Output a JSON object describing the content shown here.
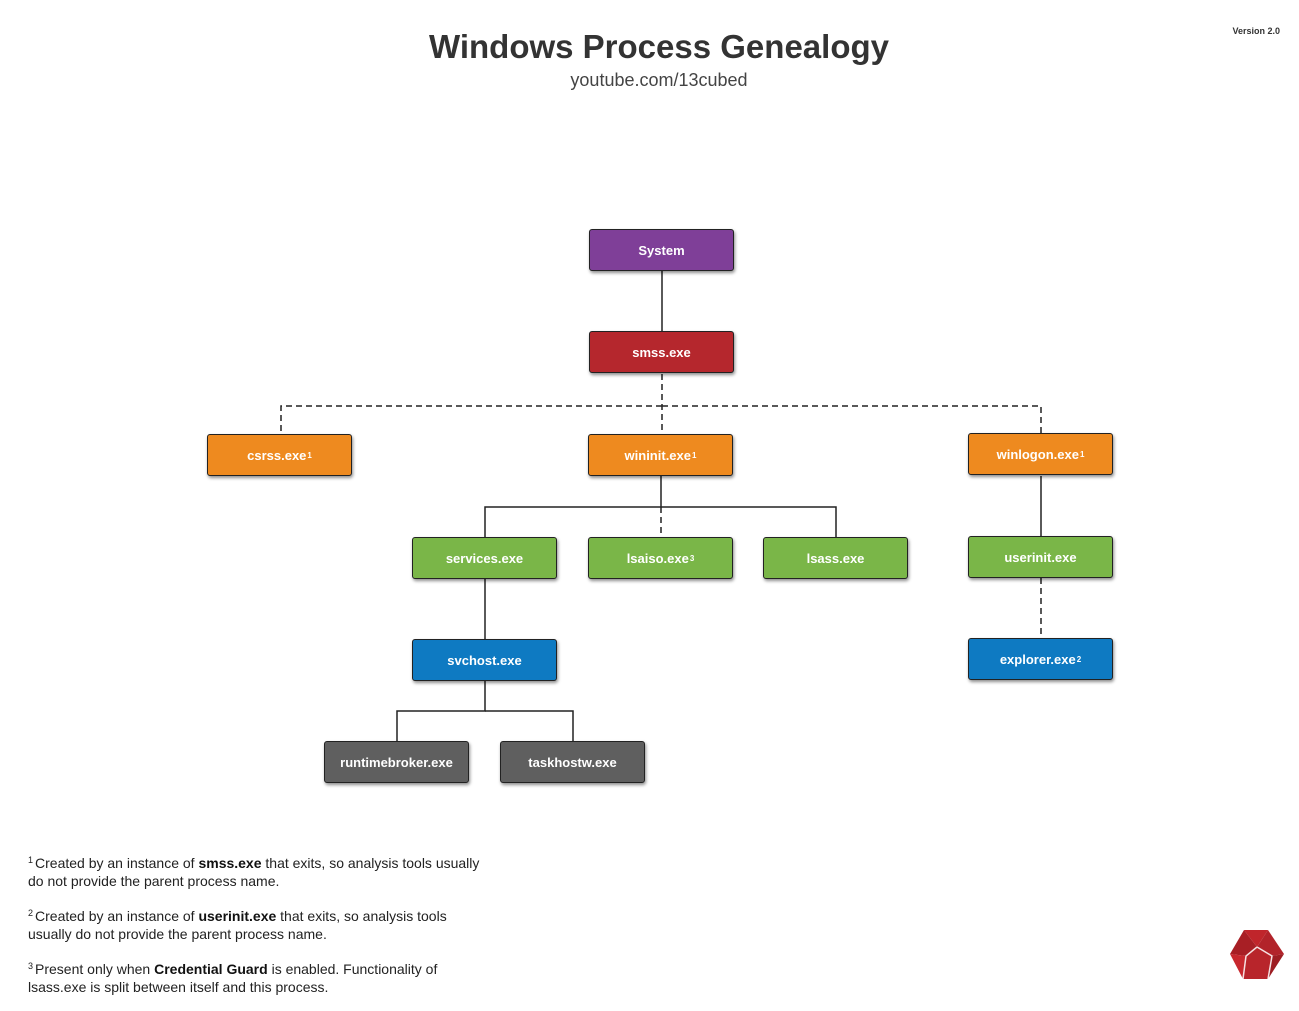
{
  "header": {
    "title": "Windows Process Genealogy",
    "subtitle": "youtube.com/13cubed",
    "version": "Version 2.0"
  },
  "colors": {
    "system": "#7f3f98",
    "smss": "#b5272d",
    "session": "#ee8a1f",
    "child": "#7ab648",
    "service_host": "#0e7ac2",
    "grandchild": "#5f5f5f",
    "connector": "#222222"
  },
  "nodes": {
    "system": {
      "label": "System",
      "sup": ""
    },
    "smss": {
      "label": "smss.exe",
      "sup": ""
    },
    "csrss": {
      "label": "csrss.exe",
      "sup": "1"
    },
    "wininit": {
      "label": "wininit.exe",
      "sup": "1"
    },
    "winlogon": {
      "label": "winlogon.exe",
      "sup": "1"
    },
    "services": {
      "label": "services.exe",
      "sup": ""
    },
    "lsaiso": {
      "label": "lsaiso.exe",
      "sup": "3"
    },
    "lsass": {
      "label": "lsass.exe",
      "sup": ""
    },
    "userinit": {
      "label": "userinit.exe",
      "sup": ""
    },
    "svchost": {
      "label": "svchost.exe",
      "sup": ""
    },
    "explorer": {
      "label": "explorer.exe",
      "sup": "2"
    },
    "runtimebroker": {
      "label": "runtimebroker.exe",
      "sup": ""
    },
    "taskhostw": {
      "label": "taskhostw.exe",
      "sup": ""
    }
  },
  "edges": [
    {
      "from": "system",
      "to": "smss",
      "style": "solid"
    },
    {
      "from": "smss",
      "to": "csrss",
      "style": "dashed"
    },
    {
      "from": "smss",
      "to": "wininit",
      "style": "dashed"
    },
    {
      "from": "smss",
      "to": "winlogon",
      "style": "dashed"
    },
    {
      "from": "wininit",
      "to": "services",
      "style": "solid"
    },
    {
      "from": "wininit",
      "to": "lsaiso",
      "style": "dashed"
    },
    {
      "from": "wininit",
      "to": "lsass",
      "style": "solid"
    },
    {
      "from": "winlogon",
      "to": "userinit",
      "style": "solid"
    },
    {
      "from": "services",
      "to": "svchost",
      "style": "solid"
    },
    {
      "from": "userinit",
      "to": "explorer",
      "style": "dashed"
    },
    {
      "from": "svchost",
      "to": "runtimebroker",
      "style": "solid"
    },
    {
      "from": "svchost",
      "to": "taskhostw",
      "style": "solid"
    }
  ],
  "footnotes": [
    {
      "num": "1",
      "pre": "Created by an instance of ",
      "bold": "smss.exe",
      "post": " that exits, so analysis tools usually do not provide the parent process name."
    },
    {
      "num": "2",
      "pre": "Created by an instance of ",
      "bold": "userinit.exe",
      "post": " that exits, so analysis tools usually do not provide the parent process name."
    },
    {
      "num": "3",
      "pre": "Present only when ",
      "bold": "Credential Guard",
      "post": " is enabled. Functionality of lsass.exe is split between itself and this process."
    }
  ],
  "logo": {
    "icon": "13cubed-cube-logo"
  }
}
